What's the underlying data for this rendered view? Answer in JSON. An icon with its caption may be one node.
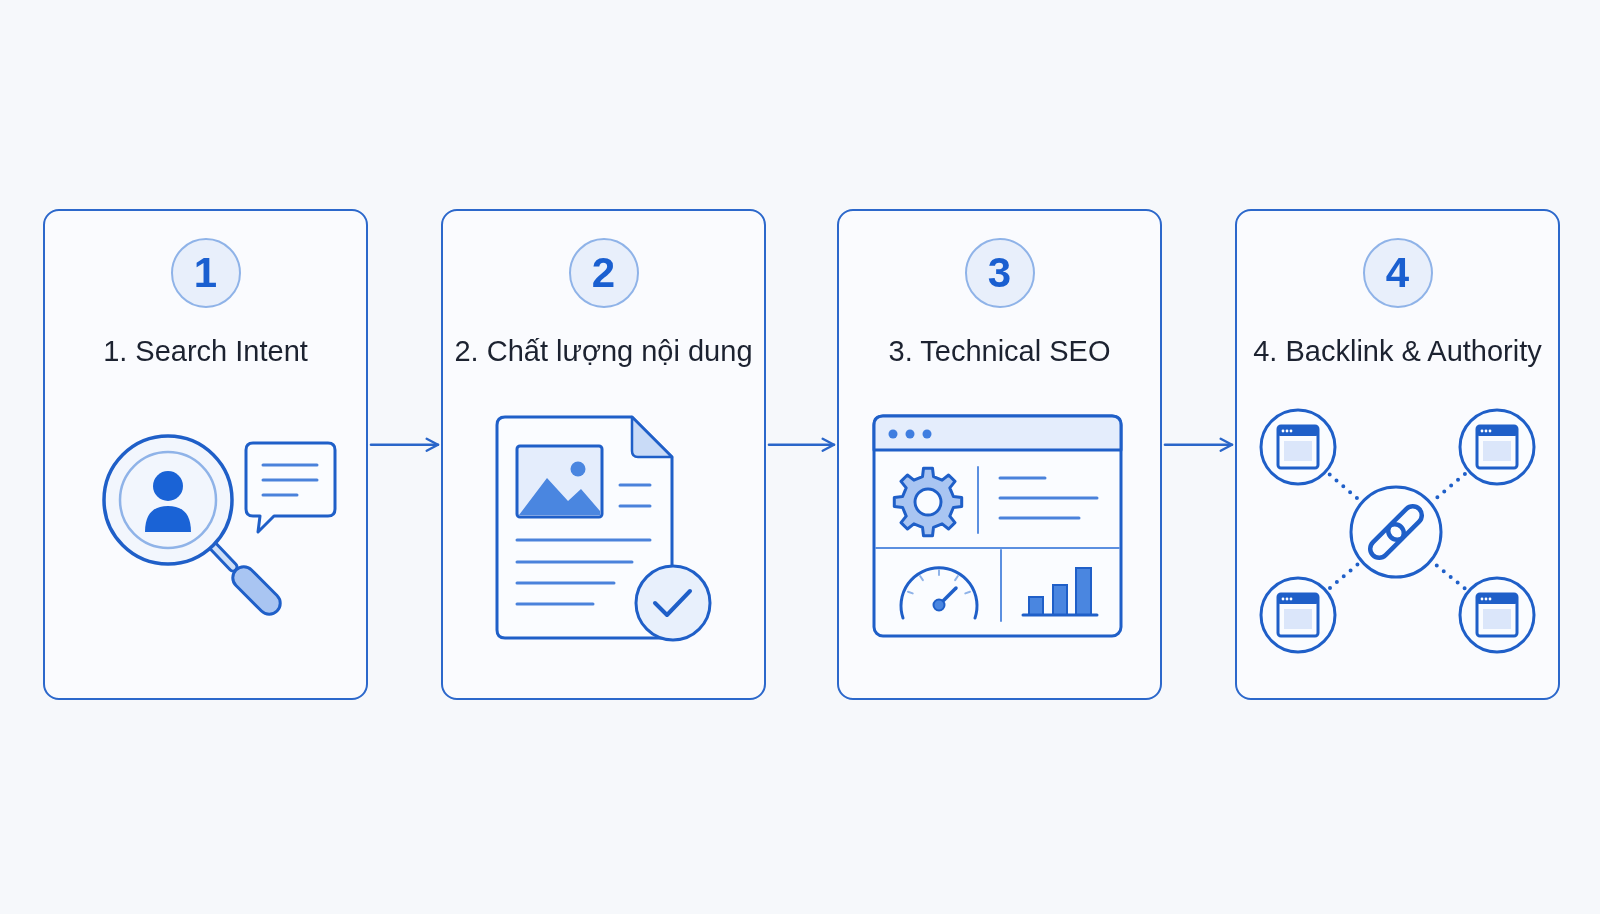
{
  "diagram": {
    "nodes": [
      {
        "text": [
          "1. Search Intent"
        ]
      },
      {
        "text": [
          "1"
        ],
        "in": 0
      },
      {
        "text": [
          "2. Chất lượng nội dung"
        ]
      },
      {
        "text": [
          "2"
        ],
        "in": 2
      },
      {
        "text": [
          "3. Technical SEO"
        ]
      },
      {
        "text": [
          "3"
        ],
        "in": 4
      },
      {
        "text": [
          "4. Backlink & Authority"
        ]
      },
      {
        "text": [
          "4"
        ],
        "in": 6
      }
    ],
    "edges": [
      {
        "from": 0,
        "to": 2,
        "arrow": "to"
      },
      {
        "from": 2,
        "to": 4,
        "arrow": "to"
      },
      {
        "from": 4,
        "to": 6,
        "arrow": "to"
      }
    ]
  }
}
